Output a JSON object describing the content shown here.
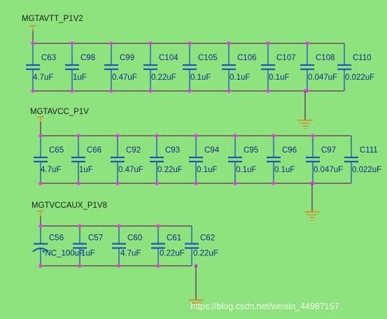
{
  "nets": [
    {
      "name": "MGTAVTT_P1V2",
      "caps": [
        {
          "ref": "C63",
          "value": "4.7uF"
        },
        {
          "ref": "C98",
          "value": "1uF"
        },
        {
          "ref": "C99",
          "value": "0.47uF"
        },
        {
          "ref": "C104",
          "value": "0.22uF"
        },
        {
          "ref": "C105",
          "value": "0.1uF"
        },
        {
          "ref": "C106",
          "value": "0.1uF"
        },
        {
          "ref": "C107",
          "value": "0.1uF"
        },
        {
          "ref": "C108",
          "value": "0.047uF"
        },
        {
          "ref": "C110",
          "value": "0.022uF"
        }
      ]
    },
    {
      "name": "MGTAVCC_P1V",
      "caps": [
        {
          "ref": "C65",
          "value": "4.7uF"
        },
        {
          "ref": "C66",
          "value": "1uF"
        },
        {
          "ref": "C92",
          "value": "0.47uF"
        },
        {
          "ref": "C93",
          "value": "0.22uF"
        },
        {
          "ref": "C94",
          "value": "0.1uF"
        },
        {
          "ref": "C95",
          "value": "0.1uF"
        },
        {
          "ref": "C96",
          "value": "0.1uF"
        },
        {
          "ref": "C97",
          "value": "0.047uF"
        },
        {
          "ref": "C111",
          "value": "0.022uF"
        }
      ]
    },
    {
      "name": "MGTVCCAUX_P1V8",
      "caps": [
        {
          "ref": "C56",
          "value": "*NC_100uF"
        },
        {
          "ref": "C57",
          "value": "1uF"
        },
        {
          "ref": "C60",
          "value": "4.7uF"
        },
        {
          "ref": "C61",
          "value": "0.22uF"
        },
        {
          "ref": "C62",
          "value": "0.22uF"
        }
      ]
    }
  ],
  "watermark": "https://blog.csdn.net/weixin_44987157",
  "colors": {
    "background": "#8fe37f",
    "wire": "#6b2d5e",
    "capacitor": "#1f55b8",
    "junction": "#e040e0",
    "power_ground_symbol": "#d98a28"
  }
}
